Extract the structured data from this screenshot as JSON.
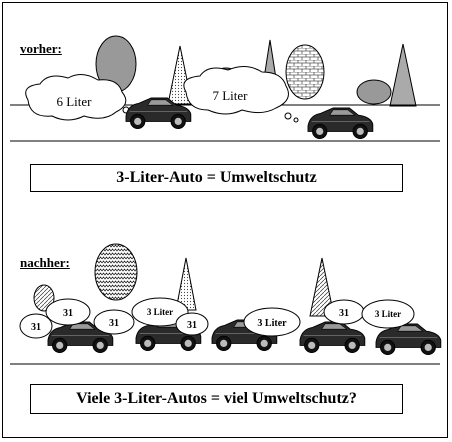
{
  "before": {
    "label": "vorher:",
    "clouds": [
      "6 Liter",
      "7 Liter"
    ],
    "caption": "3-Liter-Auto = Umweltschutz"
  },
  "after": {
    "label": "nachher:",
    "clouds": [
      "31",
      "31",
      "31",
      "3 Liter",
      "31",
      "3 Liter",
      "31",
      "3 Liter"
    ],
    "caption": "Viele 3-Liter-Autos = viel Umweltschutz?"
  }
}
